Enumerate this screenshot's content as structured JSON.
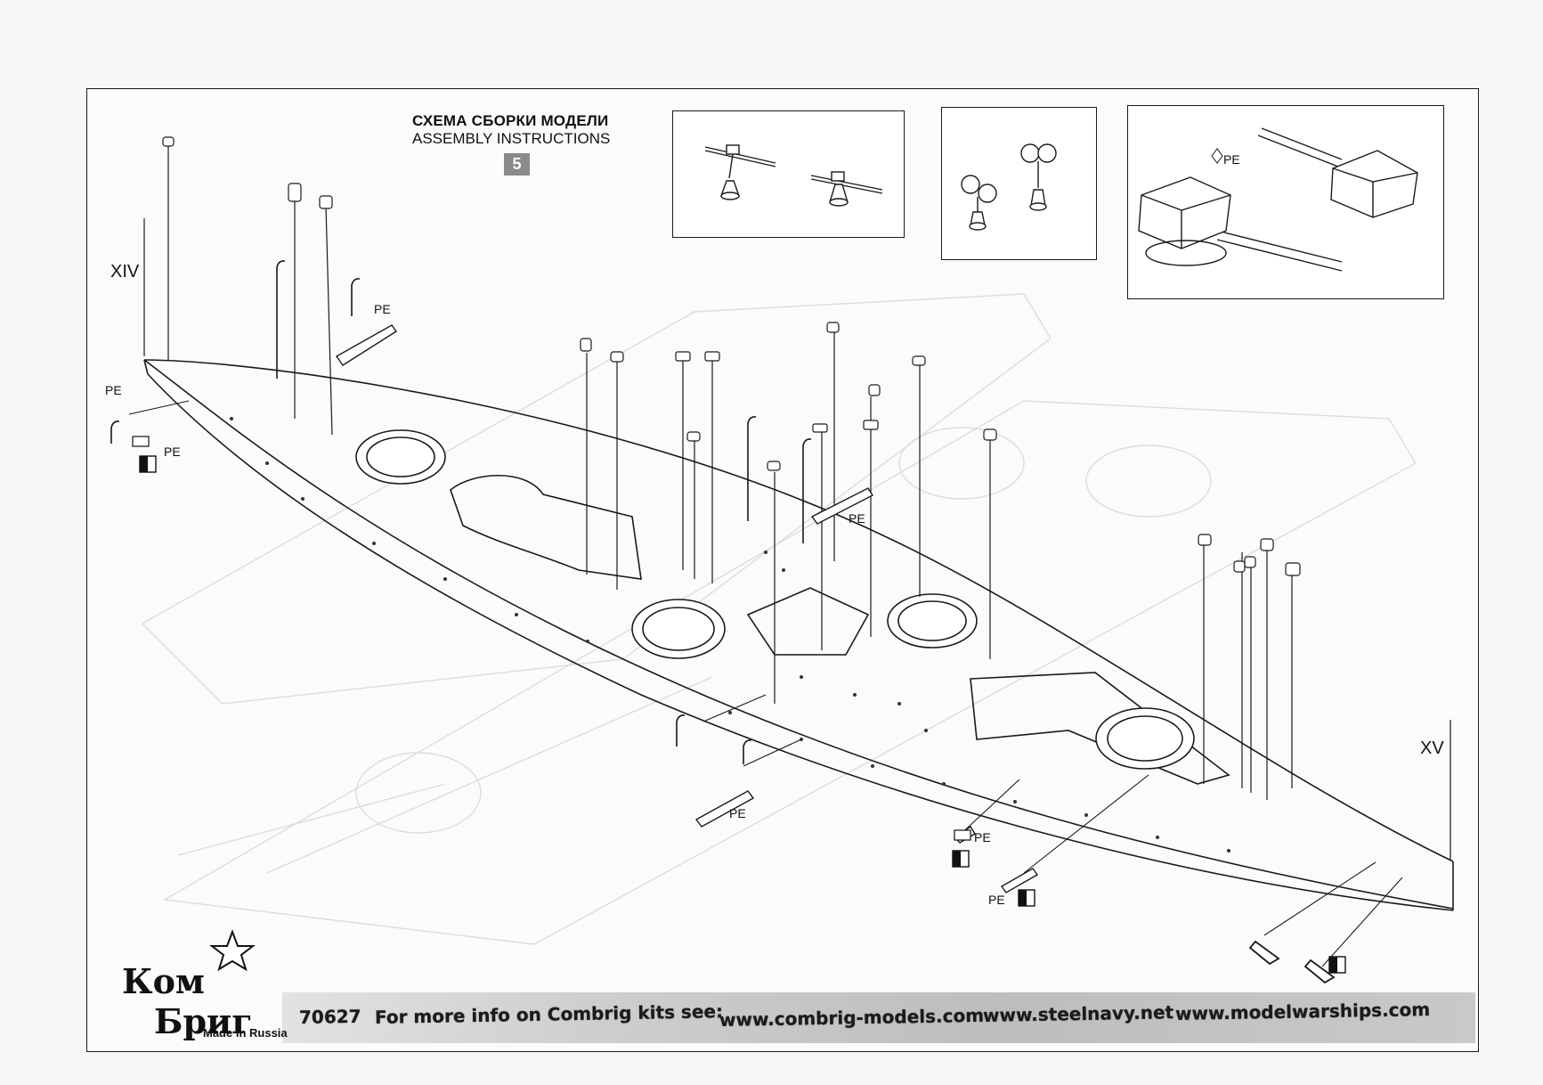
{
  "header": {
    "title_ru": "СХЕМА СБОРКИ МОДЕЛИ",
    "title_en": "ASSEMBLY INSTRUCTIONS",
    "step_number": "5"
  },
  "labels": {
    "bow_section": "XIV",
    "stern_section": "XV",
    "pe": "PE"
  },
  "footer": {
    "logo_line1": "Ком",
    "logo_line2": "Бриг",
    "made_in": "Made in Russia",
    "kit_number": "70627",
    "more_info": "For more info on Combrig kits see:",
    "url1": "www.combrig-models.com",
    "url2": "www.steelnavy.net",
    "url3": "www.modelwarships.com"
  },
  "icons": [
    "flag-marker-icon",
    "star-logo-icon"
  ]
}
